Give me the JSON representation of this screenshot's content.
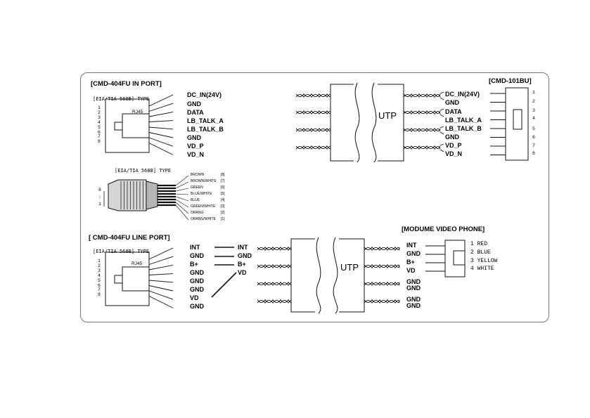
{
  "in_port": {
    "title": "[CMD-404FU IN PORT]",
    "std_label": "[EIA/TIA 568B]  TYPE",
    "pin_numbers": [
      "1",
      "2",
      "3",
      "4",
      "5",
      "6",
      "7",
      "8"
    ],
    "connector": "RJ45",
    "signals": [
      "DC_IN(24V)",
      "GND",
      "DATA",
      "LB_TALK_A",
      "LB_TALK_B",
      "GND",
      "VD_P",
      "VD_N"
    ]
  },
  "plug_detail": {
    "std_label": "[EIA/TIA 568B]  TYPE",
    "pin_side": [
      "8",
      ":",
      "1"
    ],
    "colors": [
      "BROWN",
      "BROWN/WHITE",
      "GREEN",
      "BLUE/WHITE",
      "BLUE",
      "GREEN/WHITE",
      "ORANG",
      "ORANG/WHITE"
    ],
    "numbers": [
      "[8]",
      "[7]",
      "[6]",
      "[5]",
      "[4]",
      "[3]",
      "[2]",
      "[1]"
    ]
  },
  "line_port": {
    "title": "[ CMD-404FU   LINE PORT]",
    "std_label": "[EIA/TIA 568B]  TYPE",
    "pin_numbers": [
      "1",
      "2",
      "3",
      "4",
      "5",
      "6",
      "7",
      "8"
    ],
    "connector": "RJ45",
    "signals": [
      "INT",
      "GND",
      "B+",
      "GND",
      "GND",
      "GND",
      "VD",
      "GND"
    ],
    "mapped": [
      "INT",
      "GND",
      "B+",
      "VD"
    ]
  },
  "top_cable": {
    "utp_label": "UTP",
    "device_title": "[CMD-101BU]",
    "signals": [
      "DC_IN(24V)",
      "GND",
      "DATA",
      "LB_TALK_A",
      "LB_TALK_B",
      "GND",
      "VD_P",
      "VD_N"
    ],
    "pins": [
      "1",
      "2",
      "3",
      "4",
      "5",
      "6",
      "7",
      "8"
    ]
  },
  "bottom_cable": {
    "utp_label": "UTP",
    "device_title": "[MODUME VIDEO PHONE]",
    "signals": [
      "INT",
      "GND",
      "B+",
      "VD",
      "GND",
      "GND",
      "GND",
      "GND"
    ],
    "pins": [
      "1 RED",
      "2 BLUE",
      "3 YELLOW",
      "4 WHITE"
    ]
  },
  "colors": {
    "line": "#111111",
    "frame": "#777777",
    "plug_fill": "#d6d6d6"
  }
}
